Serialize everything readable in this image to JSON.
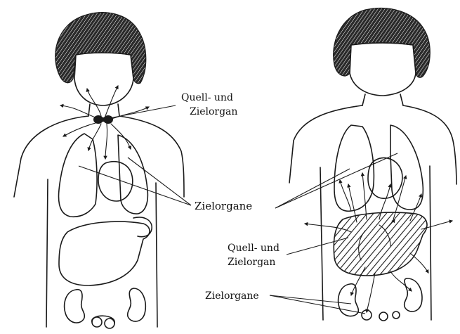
{
  "labels": {
    "left_source_target": [
      "Quell- und",
      "Zielorgan"
    ],
    "center_targets": "Zielorgane",
    "right_source_target": [
      "Quell- und",
      "Zielorgan"
    ],
    "right_targets": "Zielorgane"
  },
  "colors": {
    "ink": "#1a1a1a",
    "paper": "#ffffff"
  }
}
